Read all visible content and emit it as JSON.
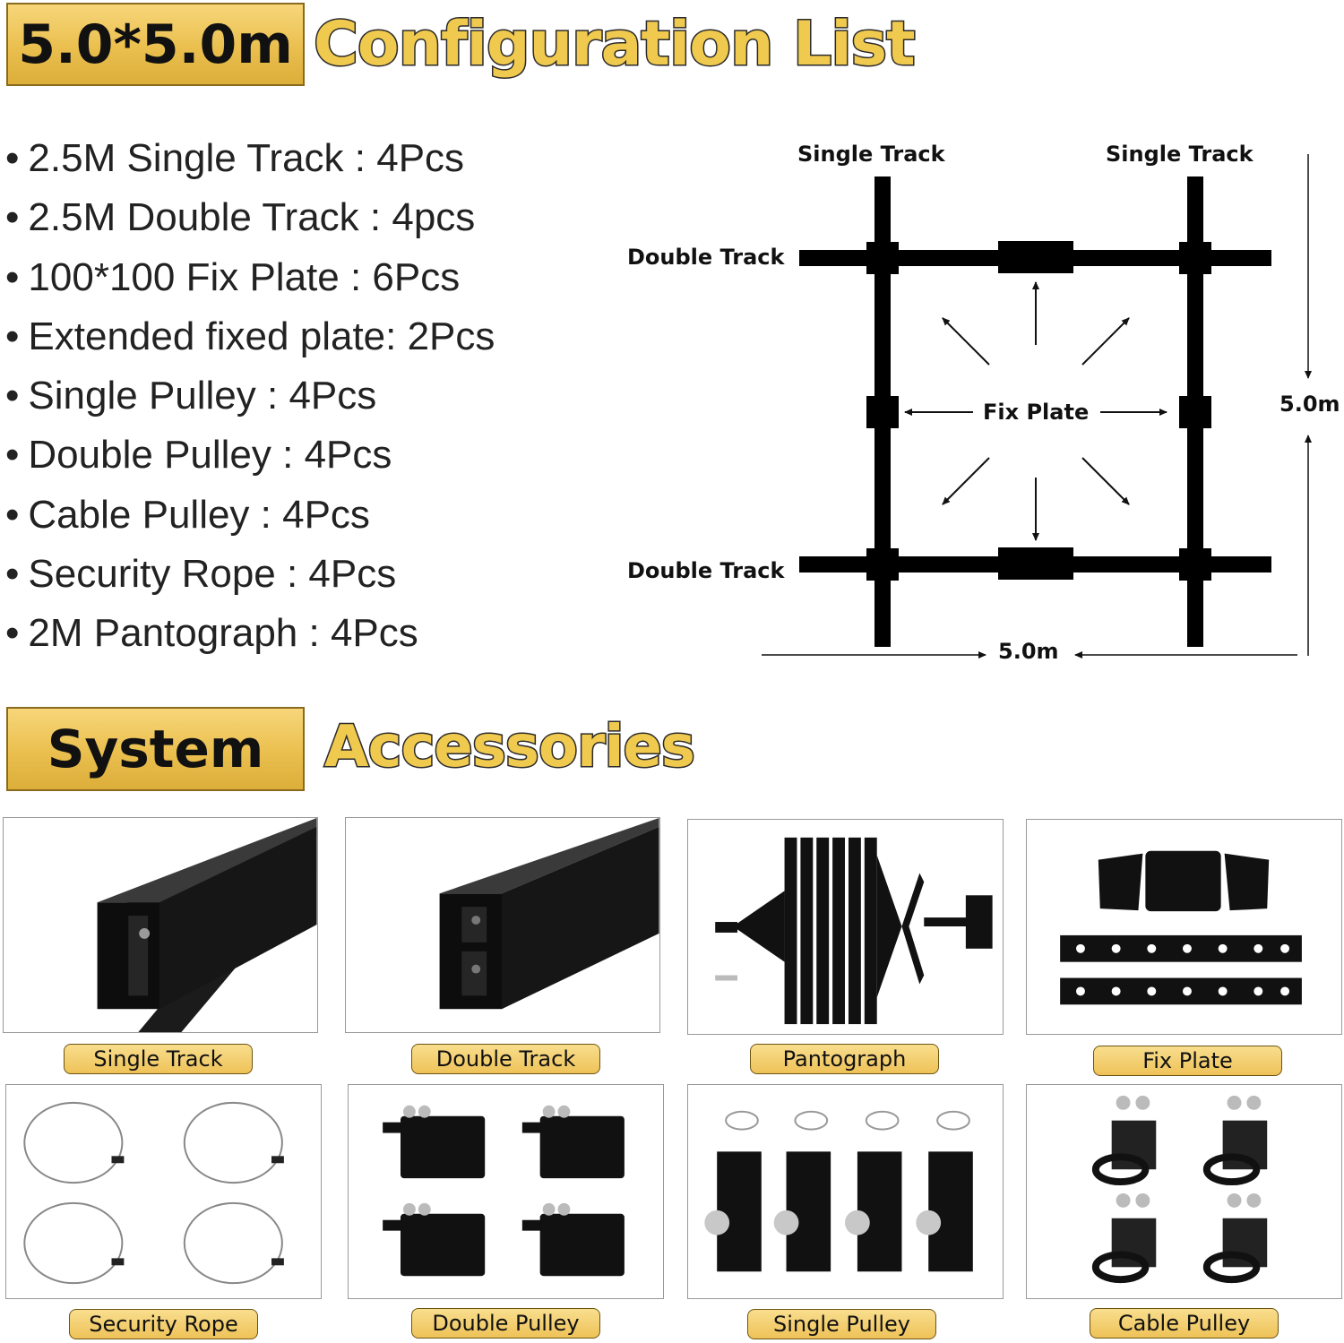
{
  "header": {
    "size_badge": "5.0*5.0m",
    "title": "Configuration List"
  },
  "config_list": [
    "2.5M Single Track : 4Pcs",
    "2.5M Double Track : 4pcs",
    "100*100 Fix Plate : 6Pcs",
    "Extended fixed plate: 2Pcs",
    "Single Pulley : 4Pcs",
    "Double Pulley : 4Pcs",
    "Cable Pulley : 4Pcs",
    "Security Rope : 4Pcs",
    "2M Pantograph : 4Pcs"
  ],
  "bullet": "•",
  "diagram": {
    "single_track_left": "Single Track",
    "single_track_right": "Single Track",
    "double_track_top": "Double Track",
    "double_track_bottom": "Double Track",
    "fix_plate": "Fix Plate",
    "height_label": "5.0m",
    "width_label": "5.0m"
  },
  "section2": {
    "badge": "System",
    "title": "Accessories"
  },
  "accessories": [
    {
      "label": "Single Track",
      "icon": "single-track-rail"
    },
    {
      "label": "Double Track",
      "icon": "double-track-rail"
    },
    {
      "label": "Pantograph",
      "icon": "pantograph"
    },
    {
      "label": "Fix Plate",
      "icon": "fix-plate"
    },
    {
      "label": "Security Rope",
      "icon": "security-rope"
    },
    {
      "label": "Double Pulley",
      "icon": "double-pulley"
    },
    {
      "label": "Single Pulley",
      "icon": "single-pulley"
    },
    {
      "label": "Cable Pulley",
      "icon": "cable-pulley"
    }
  ],
  "colors": {
    "gold": "#eabf4e",
    "track": "#000000",
    "text": "#222222"
  }
}
